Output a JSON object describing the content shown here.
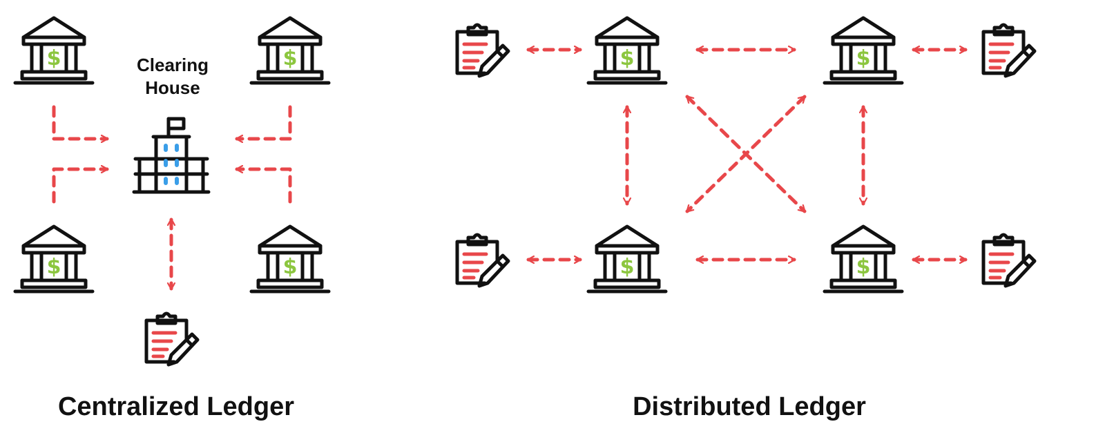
{
  "colors": {
    "ink": "#111111",
    "arrow": "#e8474a",
    "dollar": "#8cc63f",
    "window": "#3a9ee8",
    "background": "#ffffff"
  },
  "icons": {
    "bank": "bank-icon",
    "ledger": "clipboard-pencil-icon",
    "clearing_house": "clearing-house-building-icon",
    "bank_symbol": "$"
  },
  "centralized": {
    "clearing_house_label": [
      "Clearing",
      "House"
    ],
    "title": "Centralized Ledger",
    "banks": 4,
    "ledgers": 1
  },
  "distributed": {
    "title": "Distributed Ledger",
    "banks": 4,
    "ledgers": 4
  }
}
